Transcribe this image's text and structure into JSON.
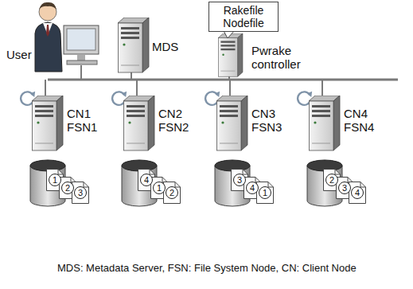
{
  "diagram": {
    "caption": "MDS: Metadata Server, FSN: File System Node, CN: Client Node",
    "nodes": [
      {
        "text": [
          "Rakefile Nodefile"
        ]
      }
    ],
    "labels": [
      "User",
      "MDS",
      "Pwrake controller",
      "CN1 FSN1",
      "CN2 FSN2",
      "CN3 FSN3",
      "CN4 FSN4",
      "1",
      "2",
      "3",
      "4",
      "1",
      "2",
      "3",
      "4",
      "1",
      "2",
      "3",
      "4"
    ]
  }
}
